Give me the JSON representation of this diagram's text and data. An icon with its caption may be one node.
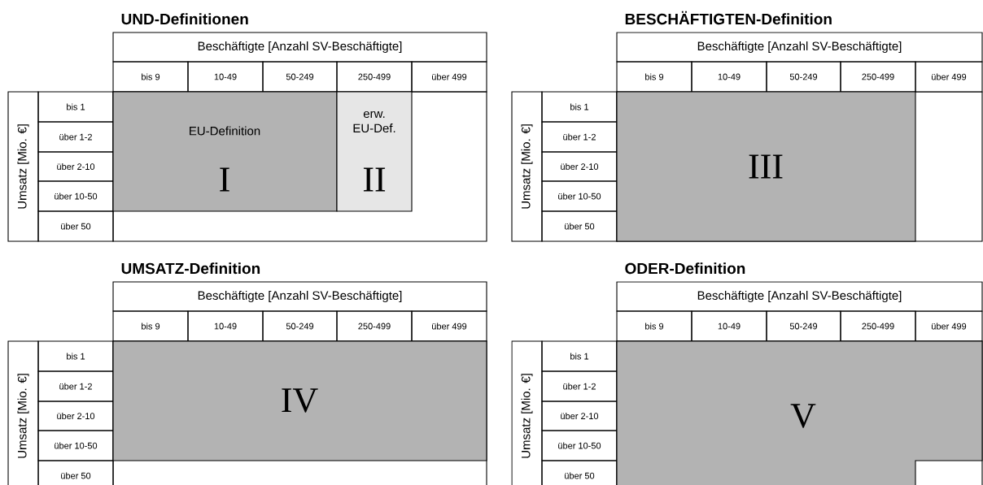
{
  "diagram": {
    "nodes": [
      {
        "text": [
          "EU-Definition",
          "I"
        ]
      },
      {
        "text": [
          "erw. EU-Def.",
          "II"
        ]
      },
      {
        "text": [
          "III"
        ]
      },
      {
        "text": [
          "IV"
        ]
      },
      {
        "text": [
          "V"
        ]
      }
    ],
    "labels": [
      "UND-Definitionen",
      "Beschäftigte [Anzahl SV-Beschäftigte]",
      "bis 9",
      "10-49",
      "50-249",
      "250-499",
      "über 499",
      "Umsatz [Mio. €]",
      "bis 1",
      "über 1-2",
      "über 2-10",
      "über 10-50",
      "über 50",
      "BESCHÄFTIGTEN-Definition",
      "Beschäftigte [Anzahl SV-Beschäftigte]",
      "bis 9",
      "10-49",
      "50-249",
      "250-499",
      "über 499",
      "Umsatz [Mio. €]",
      "bis 1",
      "über 1-2",
      "über 2-10",
      "über 10-50",
      "über 50",
      "UMSATZ-Definition",
      "Beschäftigte [Anzahl SV-Beschäftigte]",
      "bis 9",
      "10-49",
      "50-249",
      "250-499",
      "über 499",
      "Umsatz [Mio. €]",
      "bis 1",
      "über 1-2",
      "über 2-10",
      "über 10-50",
      "über 50",
      "ODER-Definition",
      "Beschäftigte [Anzahl SV-Beschäftigte]",
      "bis 9",
      "10-49",
      "50-249",
      "250-499",
      "über 499",
      "Umsatz [Mio. €]",
      "bis 1",
      "über 1-2",
      "über 2-10",
      "über 10-50",
      "über 50"
    ]
  }
}
